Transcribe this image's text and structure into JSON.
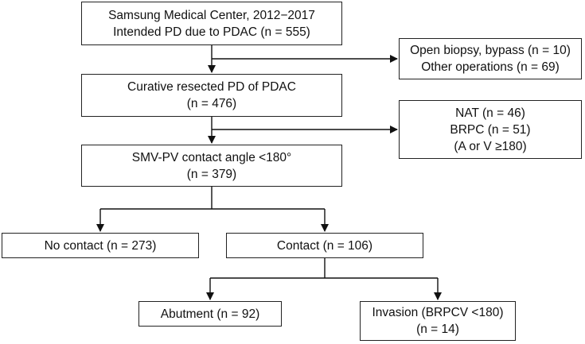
{
  "flowchart": {
    "start": {
      "line1": "Samsung Medical Center, 2012−2017",
      "line2": "Intended PD due to PDAC (n = 555)"
    },
    "excluded1": {
      "line1": "Open biopsy, bypass (n = 10)",
      "line2": "Other operations (n = 69)"
    },
    "resected": {
      "line1": "Curative resected PD of PDAC",
      "line2": "(n = 476)"
    },
    "excluded2": {
      "line1": "NAT (n = 46)",
      "line2": "BRPC (n = 51)",
      "line3": "(A or V ≥180)"
    },
    "contact_angle": {
      "line1": "SMV-PV contact angle <180°",
      "line2": "(n = 379)"
    },
    "no_contact": {
      "label": "No contact (n = 273)"
    },
    "contact": {
      "label": "Contact (n = 106)"
    },
    "abutment": {
      "label": "Abutment (n = 92)"
    },
    "invasion": {
      "line1": "Invasion (BRPCV <180)",
      "line2": "(n = 14)"
    }
  }
}
